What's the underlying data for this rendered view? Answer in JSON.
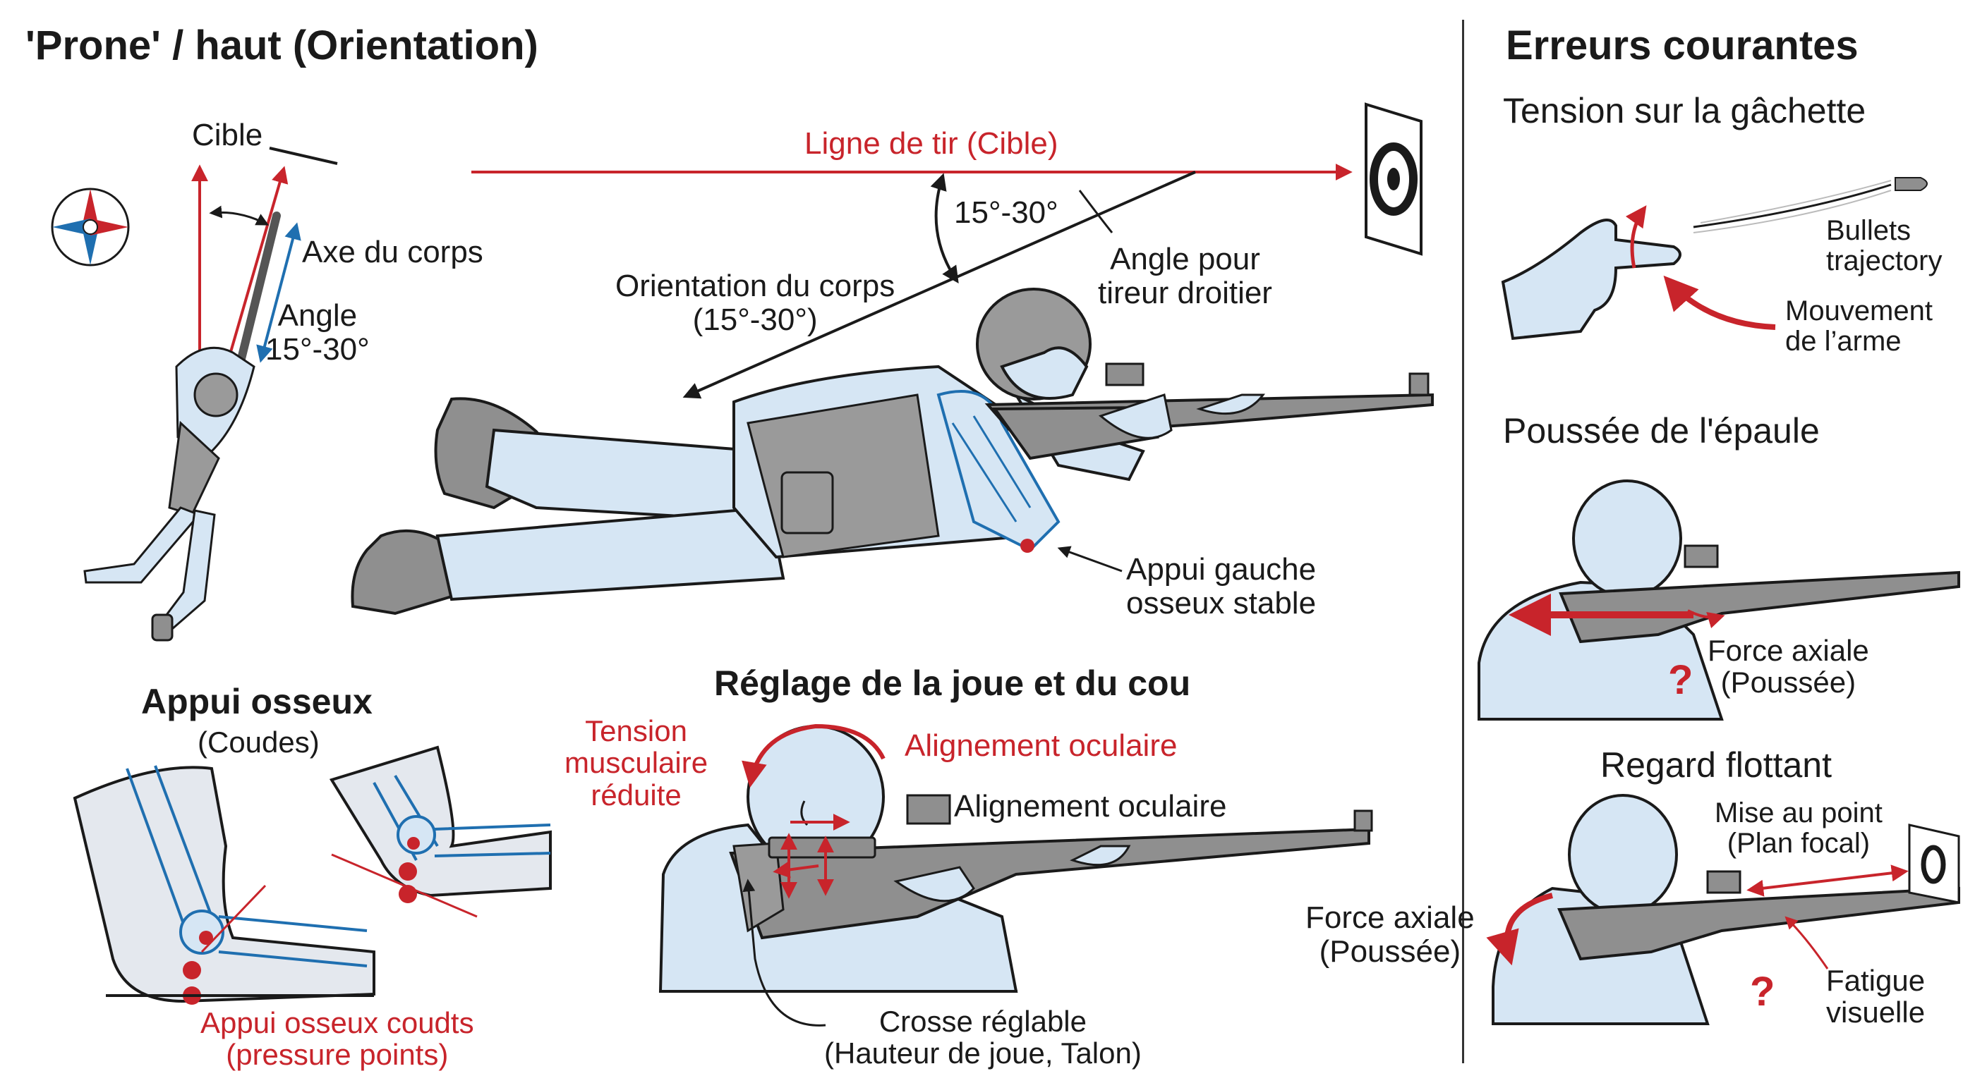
{
  "titles": {
    "main": "'Prone' / haut (Orientation)",
    "errors": "Erreurs courantes"
  },
  "orientation": {
    "target_label": "Cible",
    "body_axis": "Axe du corps",
    "angle_label": "Angle\n15°-30°",
    "line_of_fire": "Ligne de tir (Cible)",
    "angle_top": "15°-30°",
    "body_orientation": "Orientation du corps\n(15°-30°)",
    "right_handed": "Angle pour\ntireur droitier",
    "left_support": "Appui gauche\nosseux stable"
  },
  "bone_support": {
    "title": "Appui osseux",
    "subtitle": "(Coudes)",
    "pressure": "Appui osseux coudts\n(pressure points)"
  },
  "cheek": {
    "title": "Réglage de la joue et du cou",
    "tension": "Tension\nmusculaire\nréduite",
    "eye_align_red": "Alignement oculaire",
    "eye_align": "Alignement oculaire",
    "stock": "Crosse réglable\n(Hauteur de joue, Talon)"
  },
  "errors": {
    "trigger_title": "Tension sur la gâchette",
    "bullets": "Bullets\ntrajectory",
    "movement": "Mouvement\nde l’arme",
    "shoulder_title": "Poussée de l'épaule",
    "axial_force": "Force axiale\n(Poussée)",
    "question_mark": "?",
    "gaze_title": "Regard flottant",
    "focus": "Mise au point\n(Plan focal)",
    "axial_force_2": "Force axiale\n(Poussée)",
    "question_mark_2": "?",
    "fatigue": "Fatigue\nvisuelle"
  },
  "colors": {
    "red": "#c8242b",
    "blue": "#1f6fb0",
    "skin": "#d6e6f4",
    "gray": "#8f8f8f",
    "dark": "#1a1a1a"
  }
}
